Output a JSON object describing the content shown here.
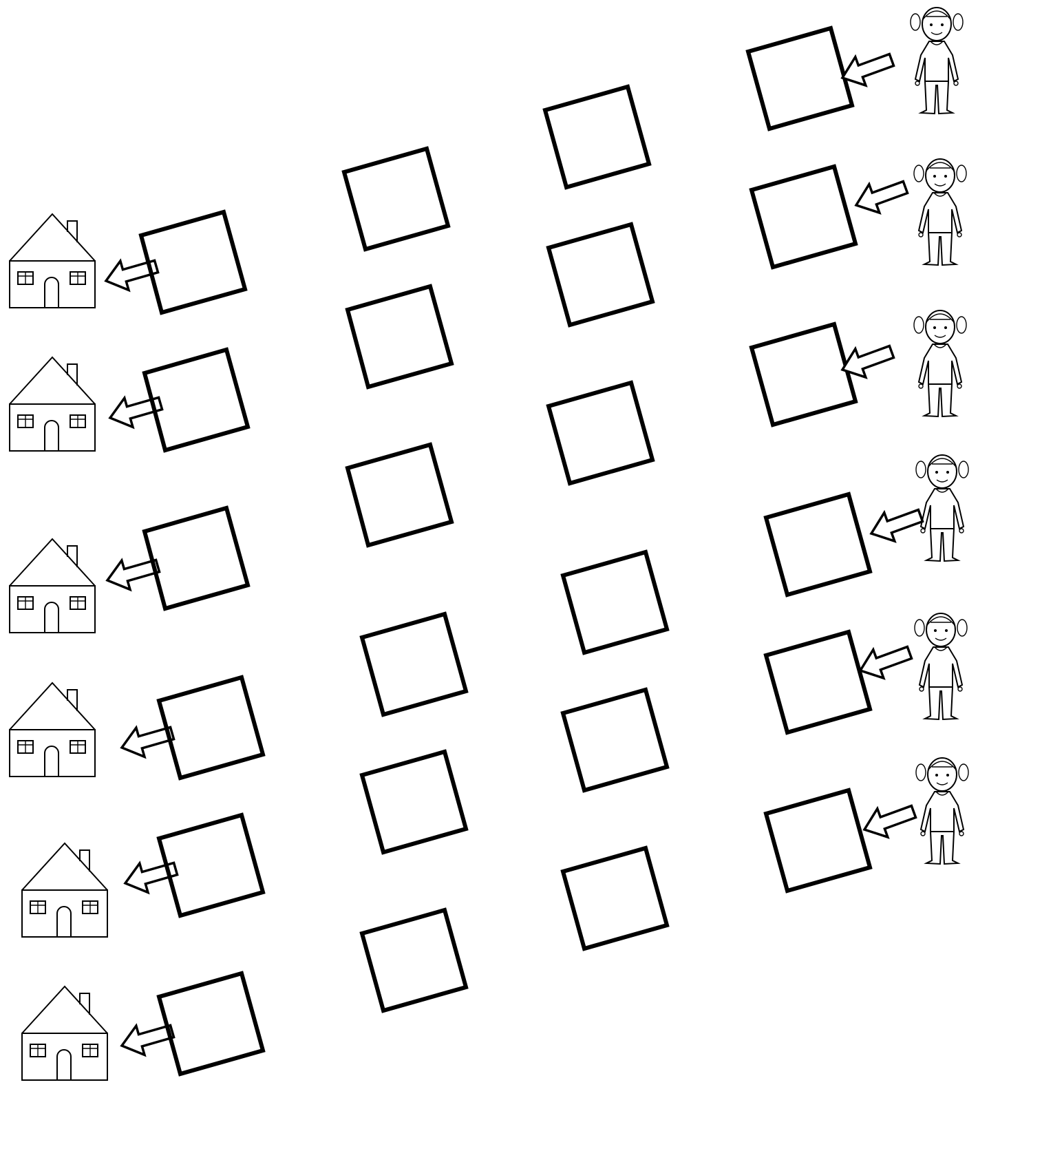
{
  "worksheet": {
    "houses": [
      {
        "id": "house-1"
      },
      {
        "id": "house-2"
      },
      {
        "id": "house-3"
      },
      {
        "id": "house-4"
      },
      {
        "id": "house-5"
      },
      {
        "id": "house-6"
      }
    ],
    "girls": [
      {
        "id": "girl-1"
      },
      {
        "id": "girl-2"
      },
      {
        "id": "girl-3"
      },
      {
        "id": "girl-4"
      },
      {
        "id": "girl-5"
      },
      {
        "id": "girl-6"
      }
    ],
    "answer_boxes": {
      "left_column_count": 6,
      "middle_left_count": 6,
      "middle_right_count": 6,
      "right_column_count": 6,
      "filled_values": []
    },
    "icons": {
      "house": "house-icon",
      "girl": "girl-icon",
      "arrow": "arrow-left-icon"
    },
    "colors": {
      "ink": "#000000",
      "paper": "#ffffff"
    }
  }
}
